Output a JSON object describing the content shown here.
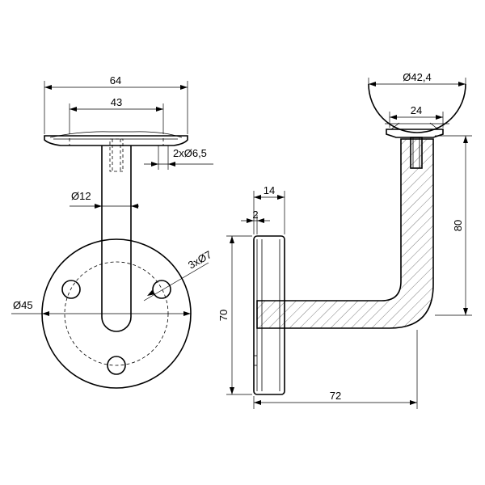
{
  "labels": {
    "top_width": "64",
    "top_hole_spacing": "43",
    "screw_holes": "2xØ6,5",
    "stem_diameter": "Ø12",
    "base_diameter": "Ø45",
    "base_holes": "3xØ7",
    "rail_diameter": "Ø42,4",
    "saddle_width": "24",
    "plate_thickness": "14",
    "plate_face": "2",
    "height": "80",
    "plate_height": "70",
    "projection": "72"
  }
}
